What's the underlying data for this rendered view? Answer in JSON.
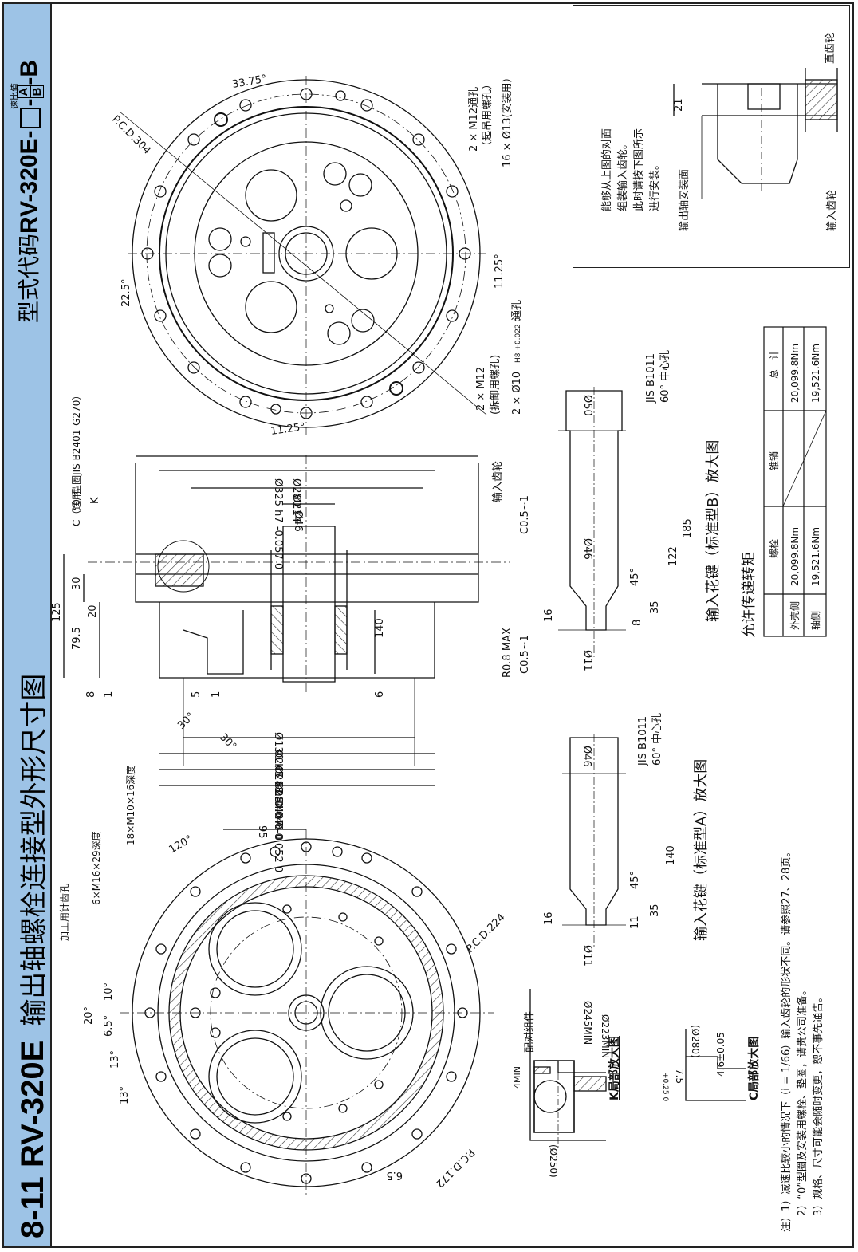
{
  "title": {
    "code": "8-11 RV-320E",
    "text": "输出轴螺栓连接型外形尺寸图",
    "model_label": "型式代码",
    "model_code": "RV-320E-",
    "ratio_label": "速比值",
    "suffix_a": "A",
    "suffix_b": "B",
    "suffix_tail": "-B"
  },
  "install_note": {
    "lines": [
      "能够从上图的对面",
      "组装输入齿轮。",
      "此时请按下图所示",
      "进行安装。"
    ],
    "dim_21": "21",
    "label_straight_gear": "直齿轮",
    "label_output_shaft_face": "输出轴安装面",
    "label_input_gear": "输入齿轮"
  },
  "top_view": {
    "pcd": "P.C.D.304",
    "angle_3375": "33.75°",
    "angle_225": "22.5°",
    "angle_1125_a": "11.25°",
    "angle_1125_b": "11.25°",
    "hole_m12_line1": "2 × M12通孔",
    "hole_m12_line2": "（起吊用螺孔）",
    "hole_d13": "16 × Ø13(安装用）",
    "hole_m12b_line1": "2 × M12",
    "hole_m12b_line2": "(拆卸用螺孔)",
    "hole_d10": "2 × Ø10",
    "hole_d10_tol": "H8 +0.022 0",
    "hole_d10_tail": "通孔",
    "oring": "“0”型圈JIS B2401-G270）"
  },
  "section_view": {
    "c_note": "C（适用",
    "k_label": "K",
    "d325": "Ø325 h7 -0.057 0",
    "d280": "Ø280",
    "d214": "Ø214",
    "d46": "Ø46",
    "input_gear": "输入齿轮",
    "c05_1a": "C0.5~1",
    "c05_1b": "C0.5~1",
    "r08": "R0.8 MAX",
    "dim_125": "125",
    "dim_30": "30",
    "dim_20": "20",
    "dim_795": "79.5",
    "dim_140": "140",
    "dim_8": "8",
    "dim_1a": "1",
    "dim_5": "5",
    "dim_1b": "1",
    "dim_6": "6",
    "angle_30a": "30°",
    "angle_30b": "30°",
    "d130": "Ø130 H7 +0.040 0",
    "d245": "Ø245 h7 -0.046 0",
    "d2835": "Ø283.5",
    "d284": "Ø284 h7 -0.052 0"
  },
  "bottom_view": {
    "hole_pin": "加工用针齿孔",
    "hole_m16": "6×M16×29深度",
    "hole_m10": "18×M10×16深度",
    "angle_120": "120°",
    "dim_95": "95",
    "pcd224": "P.C.D.224",
    "pcd172": "P.C.D.172",
    "angle_20": "20°",
    "angle_10": "10°",
    "angle_65": "6.5°",
    "angle_13a": "13°",
    "angle_13b": "13°",
    "dim_65": "6.5"
  },
  "detail_k": {
    "label": "K局部放大图",
    "mating": "配对组件",
    "d245min": "Ø245MIN",
    "d223min": "Ø223MIN",
    "min4": "4MIN",
    "d250": "(Ø250)"
  },
  "detail_c": {
    "label": "C局部放大图",
    "d280": "(Ø280)",
    "dim_75": "7.5",
    "dim_46": "4.6±0.05",
    "tol": "+0.25 0"
  },
  "spline_a": {
    "label": "输入花键（标准型A）放大图",
    "d46": "Ø46",
    "d11": "Ø11",
    "jis": "JIS B1011",
    "center_hole": "60° 中心孔",
    "dim_140": "140",
    "dim_35": "35",
    "dim_16": "16",
    "dim_11": "11",
    "angle_45": "45°"
  },
  "spline_b": {
    "label": "输入花键（标准型B）放大图",
    "d50": "Ø50",
    "d46": "Ø46",
    "d11": "Ø11",
    "jis": "JIS B1011",
    "center_hole": "60° 中心孔",
    "dim_185": "185",
    "dim_122": "122",
    "dim_35": "35",
    "dim_16": "16",
    "dim_8": "8",
    "angle_45": "45°"
  },
  "torque_table": {
    "title": "允许传递转矩",
    "headers": [
      "",
      "螺栓",
      "锥销",
      "总　计"
    ],
    "rows": [
      [
        "外壳侧",
        "20,099.8Nm",
        "",
        "20,099.8Nm"
      ],
      [
        "轴侧",
        "19,521.6Nm",
        "",
        "19,521.6Nm"
      ]
    ]
  },
  "notes": [
    "注）1）减速比较小的情况下（i = 1/66）输入齿轮的形状不同。请参照27、28页。",
    "2）“0”型圈及安装用螺栓、垫圈，请贵公司准备。",
    "3）规格、尺寸可能会随时变更，恕不事先通告。"
  ]
}
